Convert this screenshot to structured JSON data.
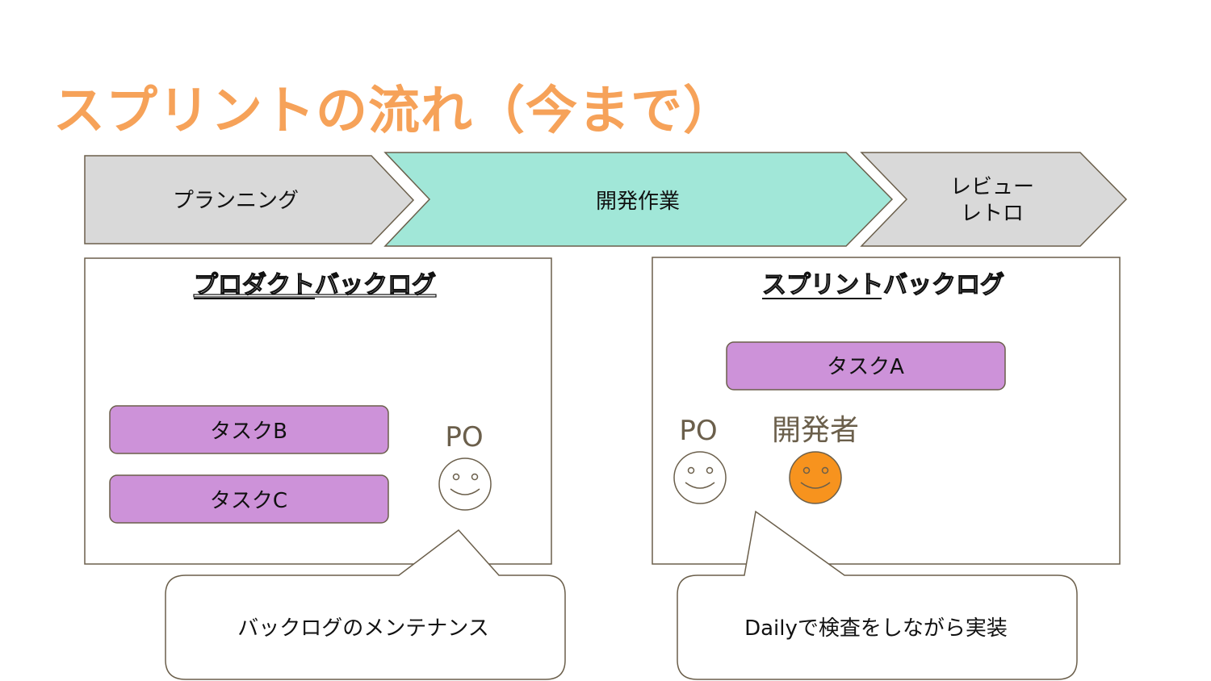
{
  "title": "スプリントの流れ（今まで）",
  "phases": {
    "planning": "プランニング",
    "development": "開発作業",
    "review_line1": "レビュー",
    "review_line2": "レトロ"
  },
  "product_backlog": {
    "heading": "プロダクトバックログ",
    "tasks": [
      "タスクB",
      "タスクC"
    ],
    "role_label": "PO",
    "callout": "バックログのメンテナンス"
  },
  "sprint_backlog": {
    "heading": "スプリントバックログ",
    "tasks": [
      "タスクA"
    ],
    "po_label": "PO",
    "dev_label": "開発者",
    "callout": "Dailyで検査をしながら実装"
  },
  "colors": {
    "title_orange": "#e8751a",
    "phase_gray": "#d9d9d9",
    "phase_teal": "#a1e7d8",
    "task_purple": "#cd92d9",
    "face_orange": "#f7931e",
    "outline_brown": "#6b5f4b"
  }
}
